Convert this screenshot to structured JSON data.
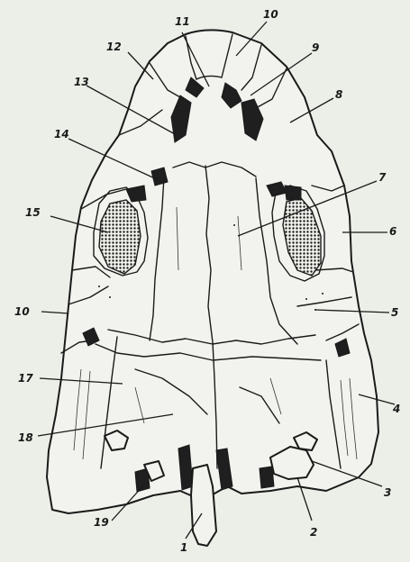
{
  "figure": {
    "labels": [
      {
        "id": "l1",
        "text": "1"
      },
      {
        "id": "l2",
        "text": "2"
      },
      {
        "id": "l3",
        "text": "3"
      },
      {
        "id": "l4",
        "text": "4"
      },
      {
        "id": "l5",
        "text": "5"
      },
      {
        "id": "l6",
        "text": "6"
      },
      {
        "id": "l7",
        "text": "7"
      },
      {
        "id": "l8",
        "text": "8"
      },
      {
        "id": "l9",
        "text": "9"
      },
      {
        "id": "l10",
        "text": "10"
      },
      {
        "id": "l11",
        "text": "11"
      },
      {
        "id": "l12",
        "text": "12"
      },
      {
        "id": "l13",
        "text": "13"
      },
      {
        "id": "l14",
        "text": "14"
      },
      {
        "id": "l15",
        "text": "15"
      },
      {
        "id": "l10b",
        "text": "10"
      },
      {
        "id": "l17",
        "text": "17"
      },
      {
        "id": "l18",
        "text": "18"
      },
      {
        "id": "l19",
        "text": "19"
      }
    ]
  },
  "colors": {
    "paper": "#ecefe8",
    "bone": "#f2f3ee",
    "ink": "#1a1a1a"
  }
}
